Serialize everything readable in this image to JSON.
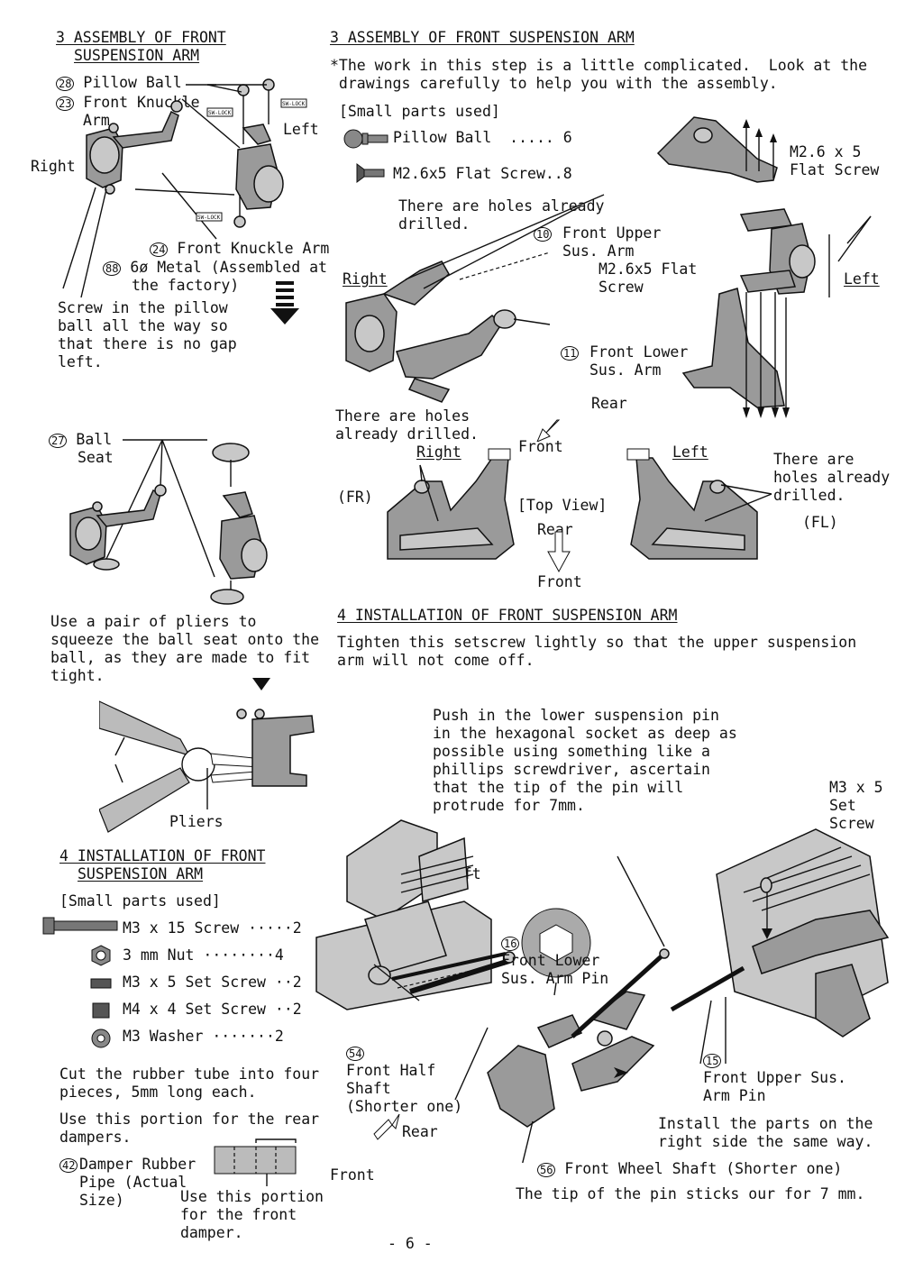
{
  "left_top": {
    "heading_line1": "3 ASSEMBLY OF FRONT",
    "heading_line2": "SUSPENSION ARM",
    "label_pillow_ball": "Pillow Ball",
    "label_front_knuckle": "Front Knuckle",
    "label_arm": "Arm",
    "label_left": "Left",
    "label_right": "Right",
    "sw_lock": "SW-LOCK",
    "label_knuckle_arm": "Front Knuckle Arm",
    "label_metal": "6ø Metal (Assembled at",
    "label_metal2": "the factory)",
    "note": "Screw in the pillow\nball all the way so\nthat there is no gap\nleft."
  },
  "left_mid": {
    "label_ball_seat1": "Ball",
    "label_ball_seat2": "Seat",
    "note": "Use a pair of pliers to\nsqueeze the ball seat onto the\nball, as they are made to fit\ntight.",
    "label_pliers": "Pliers"
  },
  "left_bottom": {
    "heading_line1": "4 INSTALLATION OF FRONT",
    "heading_line2": "SUSPENSION ARM",
    "small_parts": "[Small parts used]",
    "parts": [
      {
        "name": "M3 x 15 Screw",
        "dots": "·····",
        "qty": "2"
      },
      {
        "name": "3 mm Nut",
        "dots": "········",
        "qty": "4"
      },
      {
        "name": "M3 x 5 Set Screw",
        "dots": "··",
        "qty": "2"
      },
      {
        "name": "M4 x 4 Set Screw",
        "dots": "··",
        "qty": "2"
      },
      {
        "name": "M3 Washer",
        "dots": "·······",
        "qty": "2"
      }
    ],
    "cut_note": "Cut the rubber tube into four\npieces, 5mm long each.",
    "rear_note": "Use this portion for the rear\ndampers.",
    "damper_label": "Damper Rubber\nPipe (Actual\nSize)",
    "front_note": "Use this portion\nfor the front\ndamper."
  },
  "right_top": {
    "heading": "3 ASSEMBLY OF FRONT SUSPENSION ARM",
    "intro": "*The work in this step is a little complicated.  Look at the\n drawings carefully to help you with the assembly.",
    "small_parts": "[Small parts used]",
    "part1": "Pillow Ball  ..... 6",
    "part2": "M2.6x5 Flat Screw..8",
    "holes_note": "There are holes already\ndrilled.",
    "m26_label": "M2.6 x 5\nFlat Screw",
    "upper_arm": "Front Upper\nSus. Arm",
    "m26_label2": "M2.6x5 Flat\nScrew",
    "label_left": "Left",
    "label_right": "Right",
    "lower_arm": "Front Lower\nSus. Arm",
    "rear": "Rear",
    "holes_note2": "There are holes\nalready drilled.",
    "front": "Front",
    "fr": "(FR)",
    "top_view": "[Top View]",
    "rear2": "Rear",
    "front2": "Front",
    "fl": "(FL)",
    "holes_note3": "There are\nholes already\ndrilled."
  },
  "right_bottom": {
    "heading": "4 INSTALLATION OF FRONT SUSPENSION ARM",
    "setscrew_note": "Tighten this setscrew lightly so that the upper suspension\narm will not come off.",
    "push_note": "Push in the lower suspension pin\nin the hexagonal socket as deep as\npossible using something like a\nphillips screwdriver, ascertain\nthat the tip of the pin will\nprotrude for 7mm.",
    "m3x5": "M3 x 5\nSet\nScrew",
    "left": "Left",
    "lower_pin": "Front Lower\nSus. Arm Pin",
    "half_shaft": "Front Half\nShaft\n(Shorter one)",
    "upper_pin": "Front Upper Sus.\nArm Pin",
    "install_note": "Install the parts on the\nright side the same way.",
    "rear": "Rear",
    "front": "Front",
    "wheel_shaft": "Front Wheel Shaft (Shorter one)",
    "tip_note": "The tip of the pin sticks our for 7 mm."
  },
  "numbers": {
    "n28": "28",
    "n23": "23",
    "n24": "24",
    "n88": "88",
    "n27": "27",
    "n10": "10",
    "n11": "11",
    "n42": "42",
    "n16": "16",
    "n54": "54",
    "n15": "15",
    "n56": "56"
  },
  "page_number": "- 6 -"
}
